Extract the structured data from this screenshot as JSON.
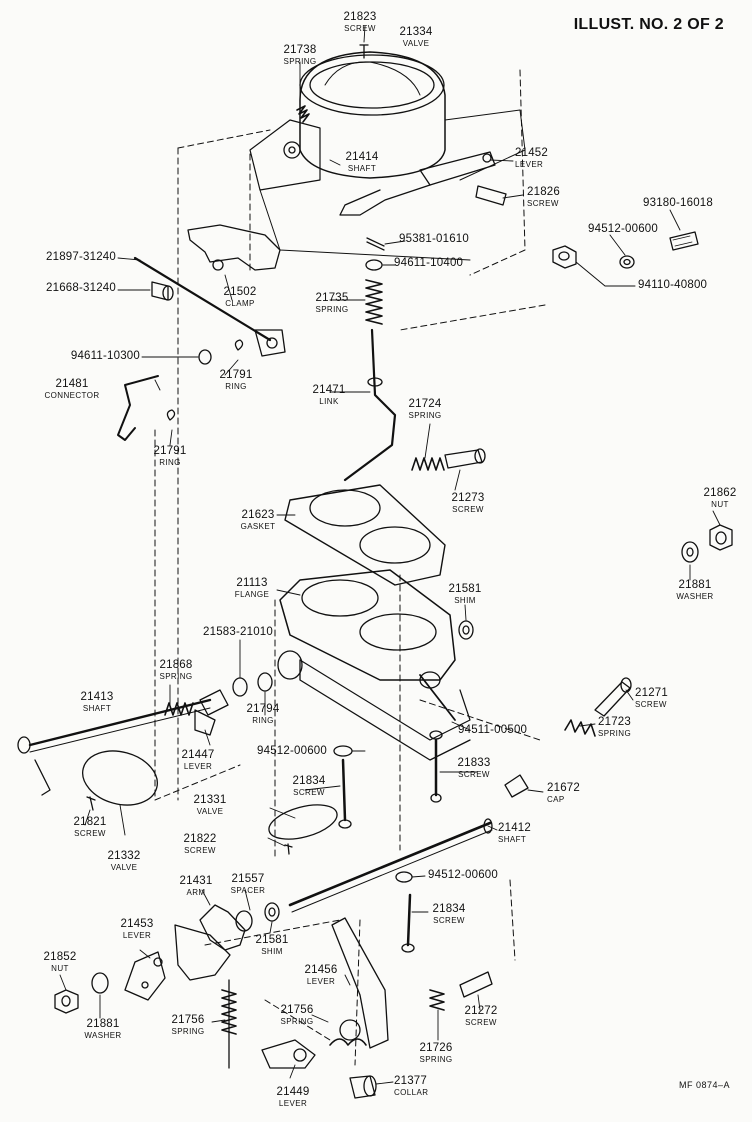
{
  "header": {
    "title": "ILLUST. NO. 2 OF 2"
  },
  "footer": {
    "code": "MF 0874–A"
  },
  "parts": [
    {
      "num": "21823",
      "name": "SCREW"
    },
    {
      "num": "21334",
      "name": "VALVE"
    },
    {
      "num": "21738",
      "name": "SPRING"
    },
    {
      "num": "21414",
      "name": "SHAFT"
    },
    {
      "num": "21452",
      "name": "LEVER"
    },
    {
      "num": "21826",
      "name": "SCREW"
    },
    {
      "num": "93180-16018",
      "name": ""
    },
    {
      "num": "94512-00600",
      "name": ""
    },
    {
      "num": "95381-01610",
      "name": ""
    },
    {
      "num": "94611-10400",
      "name": ""
    },
    {
      "num": "21897-31240",
      "name": ""
    },
    {
      "num": "21668-31240",
      "name": ""
    },
    {
      "num": "21502",
      "name": "CLAMP"
    },
    {
      "num": "94110-40800",
      "name": ""
    },
    {
      "num": "21735",
      "name": "SPRING"
    },
    {
      "num": "94611-10300",
      "name": ""
    },
    {
      "num": "21791",
      "name": "RING"
    },
    {
      "num": "21481",
      "name": "CONNECTOR"
    },
    {
      "num": "21471",
      "name": "LINK"
    },
    {
      "num": "21724",
      "name": "SPRING"
    },
    {
      "num": "21791",
      "name": "RING"
    },
    {
      "num": "21273",
      "name": "SCREW"
    },
    {
      "num": "21862",
      "name": "NUT"
    },
    {
      "num": "21623",
      "name": "GASKET"
    },
    {
      "num": "21881",
      "name": "WASHER"
    },
    {
      "num": "21113",
      "name": "FLANGE"
    },
    {
      "num": "21581",
      "name": "SHIM"
    },
    {
      "num": "21583-21010",
      "name": ""
    },
    {
      "num": "21868",
      "name": "SPRING"
    },
    {
      "num": "21413",
      "name": "SHAFT"
    },
    {
      "num": "21794",
      "name": "RING"
    },
    {
      "num": "21271",
      "name": "SCREW"
    },
    {
      "num": "21447",
      "name": "LEVER"
    },
    {
      "num": "94511-00500",
      "name": ""
    },
    {
      "num": "21723",
      "name": "SPRING"
    },
    {
      "num": "94512-00600",
      "name": ""
    },
    {
      "num": "21834",
      "name": "SCREW"
    },
    {
      "num": "21833",
      "name": "SCREW"
    },
    {
      "num": "21672",
      "name": "CAP"
    },
    {
      "num": "21331",
      "name": "VALVE"
    },
    {
      "num": "21821",
      "name": "SCREW"
    },
    {
      "num": "21412",
      "name": "SHAFT"
    },
    {
      "num": "21822",
      "name": "SCREW"
    },
    {
      "num": "21332",
      "name": "VALVE"
    },
    {
      "num": "94512-00600",
      "name": ""
    },
    {
      "num": "21431",
      "name": "ARM"
    },
    {
      "num": "21557",
      "name": "SPACER"
    },
    {
      "num": "21834",
      "name": "SCREW"
    },
    {
      "num": "21453",
      "name": "LEVER"
    },
    {
      "num": "21581",
      "name": "SHIM"
    },
    {
      "num": "21852",
      "name": "NUT"
    },
    {
      "num": "21456",
      "name": "LEVER"
    },
    {
      "num": "21881",
      "name": "WASHER"
    },
    {
      "num": "21272",
      "name": "SCREW"
    },
    {
      "num": "21756",
      "name": "SPRING"
    },
    {
      "num": "21756",
      "name": "SPRING"
    },
    {
      "num": "21726",
      "name": "SPRING"
    },
    {
      "num": "21449",
      "name": "LEVER"
    },
    {
      "num": "21377",
      "name": "COLLAR"
    }
  ]
}
